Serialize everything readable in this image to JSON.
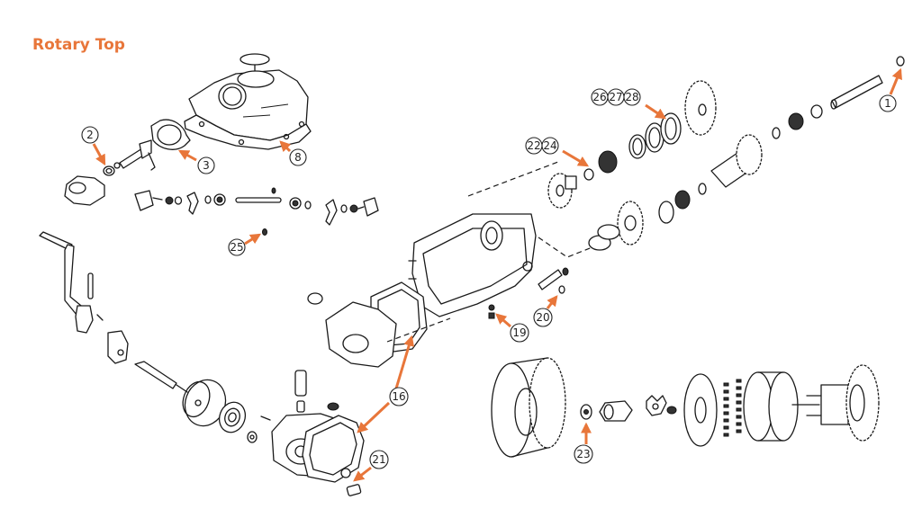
{
  "title": "Rotary Top",
  "colors": {
    "accent": "#e8763a",
    "line": "#1a1a1a",
    "background": "#ffffff"
  },
  "callouts": [
    {
      "id": "c1",
      "labels": [
        "1"
      ]
    },
    {
      "id": "c2",
      "labels": [
        "2"
      ]
    },
    {
      "id": "c3",
      "labels": [
        "3"
      ]
    },
    {
      "id": "c8",
      "labels": [
        "8"
      ]
    },
    {
      "id": "c16",
      "labels": [
        "16"
      ]
    },
    {
      "id": "c19",
      "labels": [
        "19"
      ]
    },
    {
      "id": "c20",
      "labels": [
        "20"
      ]
    },
    {
      "id": "c21",
      "labels": [
        "21"
      ]
    },
    {
      "id": "c22-24",
      "labels": [
        "22",
        "24"
      ]
    },
    {
      "id": "c23",
      "labels": [
        "23"
      ]
    },
    {
      "id": "c25",
      "labels": [
        "25"
      ]
    },
    {
      "id": "c26-28",
      "labels": [
        "26",
        "27",
        "28"
      ]
    }
  ]
}
